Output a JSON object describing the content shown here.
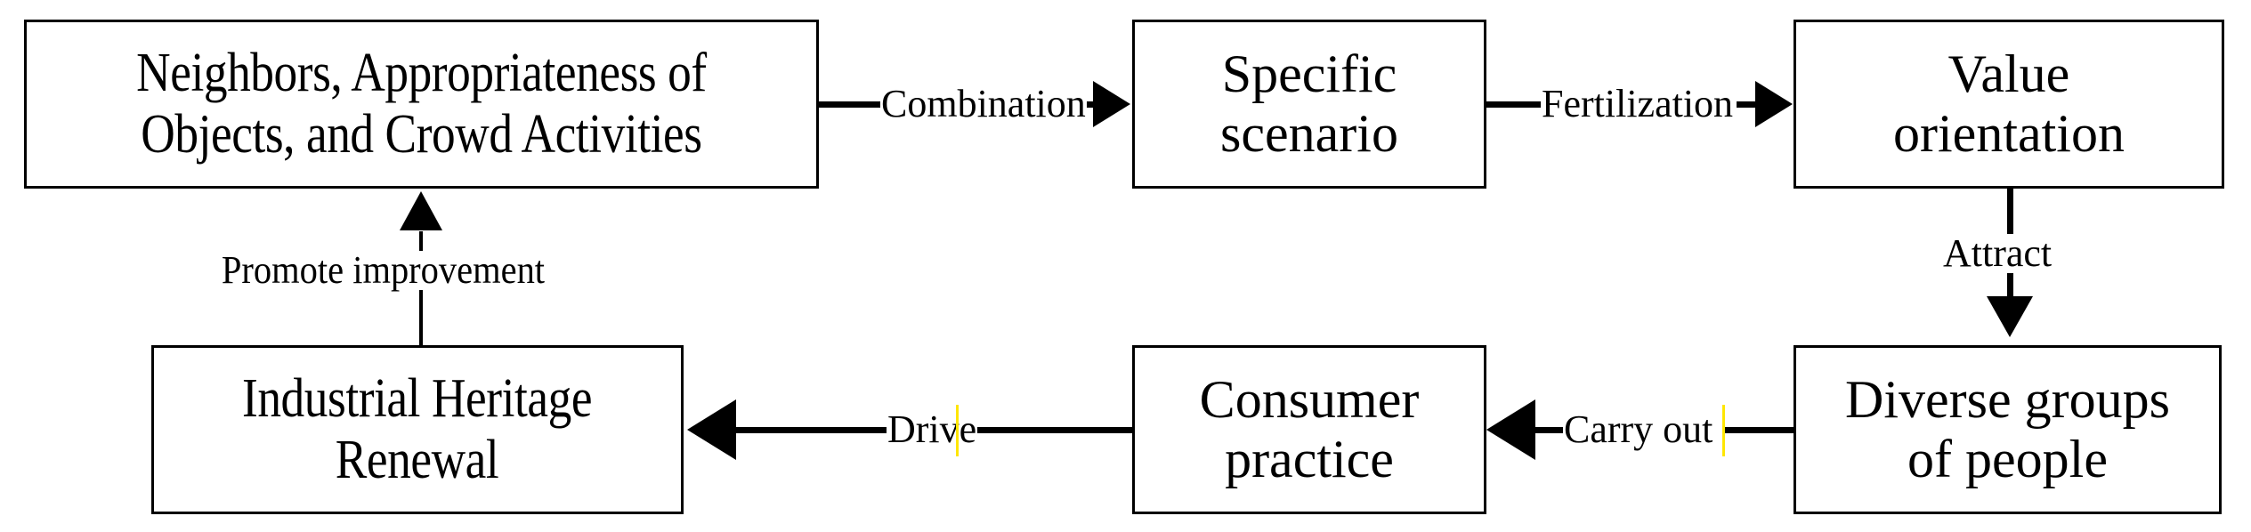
{
  "diagram": {
    "title": "Industrial Heritage Renewal Value Cycle Flowchart",
    "colors": {
      "stroke": "#000000",
      "fill": "#ffffff",
      "artifact": "#ffe600"
    },
    "nodes": [
      {
        "id": "neighbors",
        "label": "Neighbors, Appropriateness of\nObjects, and Crowd Activities"
      },
      {
        "id": "specific-scenario",
        "label": "Specific\nscenario"
      },
      {
        "id": "value-orientation",
        "label": "Value\norientation"
      },
      {
        "id": "industrial-heritage-renewal",
        "label": "Industrial Heritage\nRenewal"
      },
      {
        "id": "consumer-practice",
        "label": "Consumer\npractice"
      },
      {
        "id": "diverse-groups",
        "label": "Diverse groups\nof people"
      }
    ],
    "edges": [
      {
        "id": "combination",
        "label": "Combination",
        "from": "neighbors",
        "to": "specific-scenario",
        "direction": "right"
      },
      {
        "id": "fertilization",
        "label": "Fertilization",
        "from": "specific-scenario",
        "to": "value-orientation",
        "direction": "right"
      },
      {
        "id": "attract",
        "label": "Attract",
        "from": "value-orientation",
        "to": "diverse-groups",
        "direction": "down"
      },
      {
        "id": "carry-out",
        "label": "Carry out",
        "from": "diverse-groups",
        "to": "consumer-practice",
        "direction": "left"
      },
      {
        "id": "drive",
        "label": "Drive",
        "from": "consumer-practice",
        "to": "industrial-heritage-renewal",
        "direction": "left"
      },
      {
        "id": "promote-improvement",
        "label": "Promote improvement",
        "from": "industrial-heritage-renewal",
        "to": "neighbors",
        "direction": "up"
      }
    ]
  }
}
